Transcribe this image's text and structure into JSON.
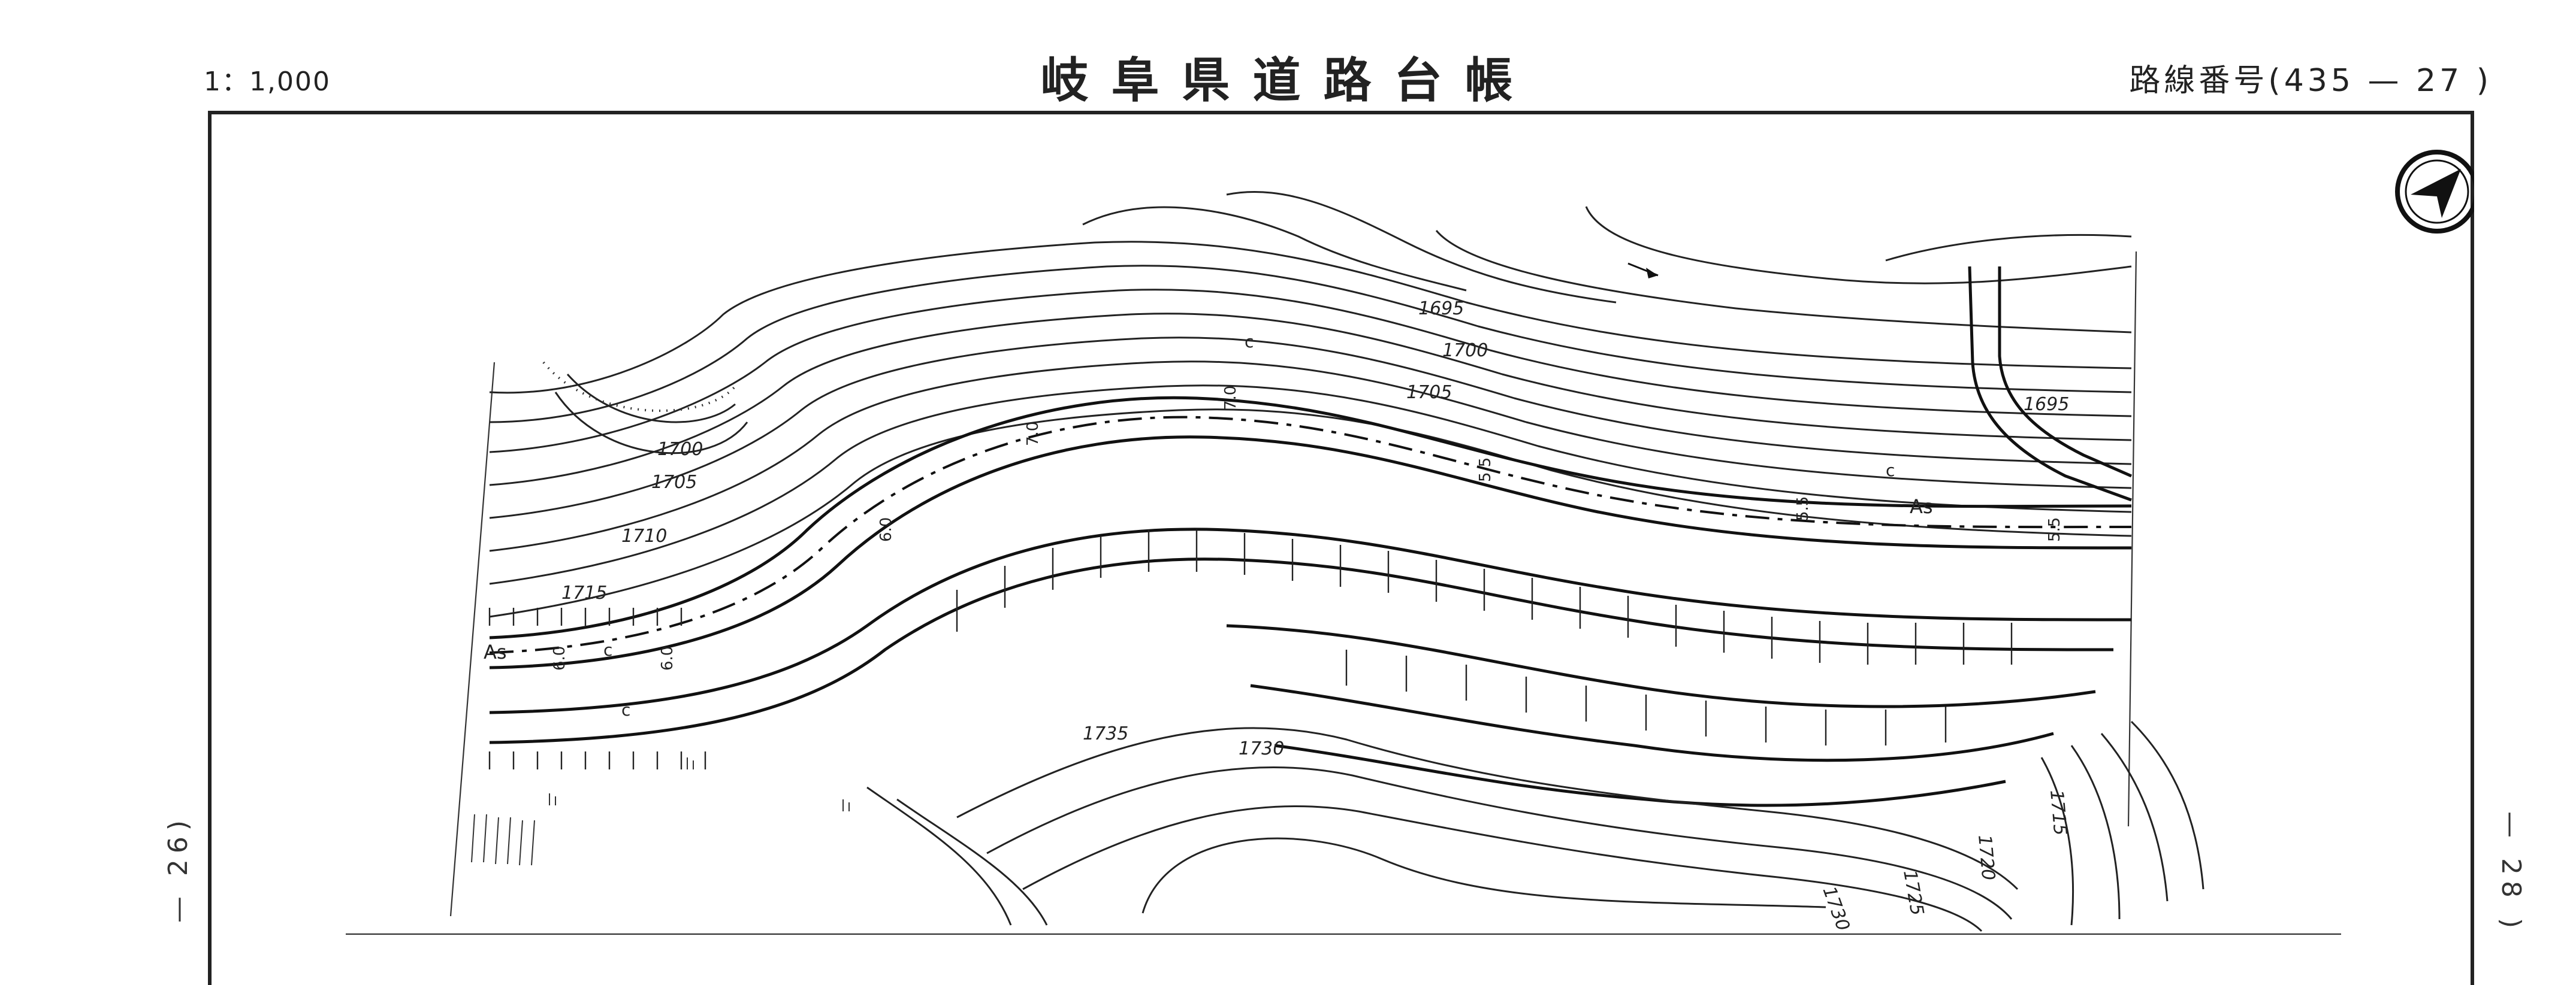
{
  "header": {
    "scale": "1：1,000",
    "title": "岐阜県道路台帳",
    "route": "路線番号(435 — 27 )"
  },
  "sheets": {
    "prev": "— 26)",
    "next": "— 28 )"
  },
  "map": {
    "contours": [
      "1695",
      "1700",
      "1705",
      "1710",
      "1715",
      "1695",
      "1700",
      "1705",
      "1735",
      "1730",
      "1730",
      "1725",
      "1720",
      "1715"
    ],
    "widths": [
      "6.0",
      "6.0",
      "6.0",
      "7.0",
      "7.0",
      "5.5",
      "5.5",
      "5.5"
    ],
    "surface": [
      "As",
      "As"
    ],
    "c_marks": [
      "c",
      "c",
      "c",
      "c"
    ]
  }
}
